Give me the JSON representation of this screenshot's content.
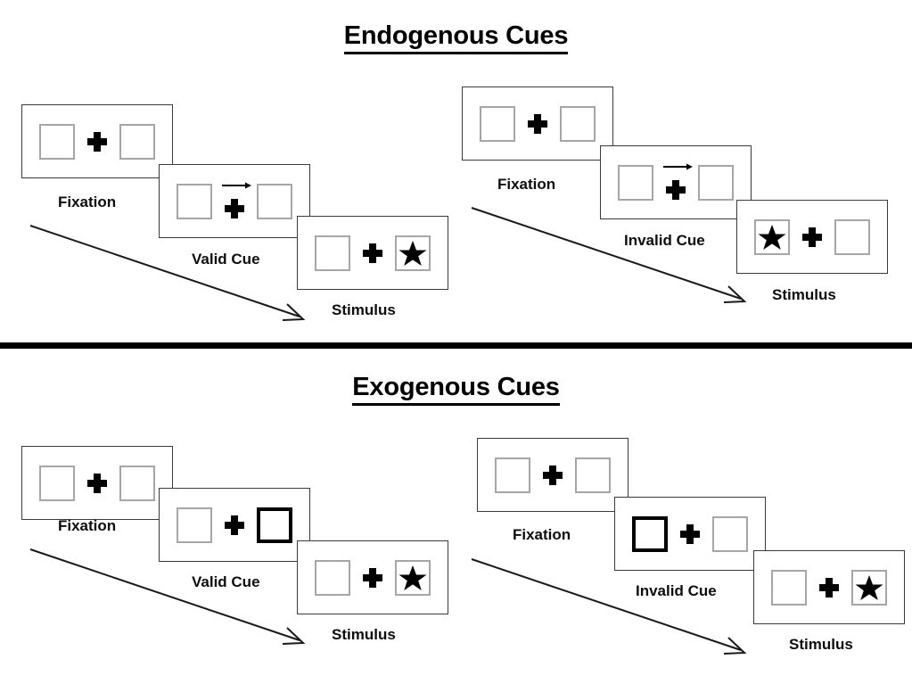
{
  "figure": {
    "title_top": "Endogenous Cues",
    "title_bottom": "Exogenous Cues"
  },
  "labels": {
    "fixation": "Fixation",
    "valid_cue": "Valid Cue",
    "invalid_cue": "Invalid Cue",
    "stimulus": "Stimulus"
  },
  "colors": {
    "panel_border": "#3a3a3a",
    "box_border": "#a6a6a6",
    "cued_box_border": "#000000",
    "ink": "#000000",
    "background": "#ffffff",
    "divider": "#000000"
  },
  "sections": [
    {
      "id": "endogenous",
      "title": "Endogenous Cues",
      "cue_type": "central-arrow",
      "columns": [
        {
          "id": "endogenous-valid",
          "condition": "valid",
          "frames": [
            {
              "id": "fixation",
              "caption": "Fixation",
              "left_box": "empty",
              "right_box": "empty",
              "center": "cross",
              "arrow_direction": "none"
            },
            {
              "id": "cue",
              "caption": "Valid Cue",
              "left_box": "empty",
              "right_box": "empty",
              "center": "cross-with-arrow",
              "arrow_direction": "right"
            },
            {
              "id": "stimulus",
              "caption": "Stimulus",
              "left_box": "empty",
              "right_box": "star",
              "center": "cross",
              "arrow_direction": "none"
            }
          ]
        },
        {
          "id": "endogenous-invalid",
          "condition": "invalid",
          "frames": [
            {
              "id": "fixation",
              "caption": "Fixation",
              "left_box": "empty",
              "right_box": "empty",
              "center": "cross",
              "arrow_direction": "none"
            },
            {
              "id": "cue",
              "caption": "Invalid Cue",
              "left_box": "empty",
              "right_box": "empty",
              "center": "cross-with-arrow",
              "arrow_direction": "right"
            },
            {
              "id": "stimulus",
              "caption": "Stimulus",
              "left_box": "star",
              "right_box": "empty",
              "center": "cross",
              "arrow_direction": "none"
            }
          ]
        }
      ]
    },
    {
      "id": "exogenous",
      "title": "Exogenous Cues",
      "cue_type": "peripheral-box-flash",
      "columns": [
        {
          "id": "exogenous-valid",
          "condition": "valid",
          "frames": [
            {
              "id": "fixation",
              "caption": "Fixation",
              "left_box": "empty",
              "right_box": "empty",
              "center": "cross",
              "arrow_direction": "none"
            },
            {
              "id": "cue",
              "caption": "Valid Cue",
              "left_box": "empty",
              "right_box": "cued",
              "center": "cross",
              "arrow_direction": "none"
            },
            {
              "id": "stimulus",
              "caption": "Stimulus",
              "left_box": "empty",
              "right_box": "star",
              "center": "cross",
              "arrow_direction": "none"
            }
          ]
        },
        {
          "id": "exogenous-invalid",
          "condition": "invalid",
          "frames": [
            {
              "id": "fixation",
              "caption": "Fixation",
              "left_box": "empty",
              "right_box": "empty",
              "center": "cross",
              "arrow_direction": "none"
            },
            {
              "id": "cue",
              "caption": "Invalid Cue",
              "left_box": "cued",
              "right_box": "empty",
              "center": "cross",
              "arrow_direction": "none"
            },
            {
              "id": "stimulus",
              "caption": "Stimulus",
              "left_box": "empty",
              "right_box": "star",
              "center": "cross",
              "arrow_direction": "none"
            }
          ]
        }
      ]
    }
  ]
}
